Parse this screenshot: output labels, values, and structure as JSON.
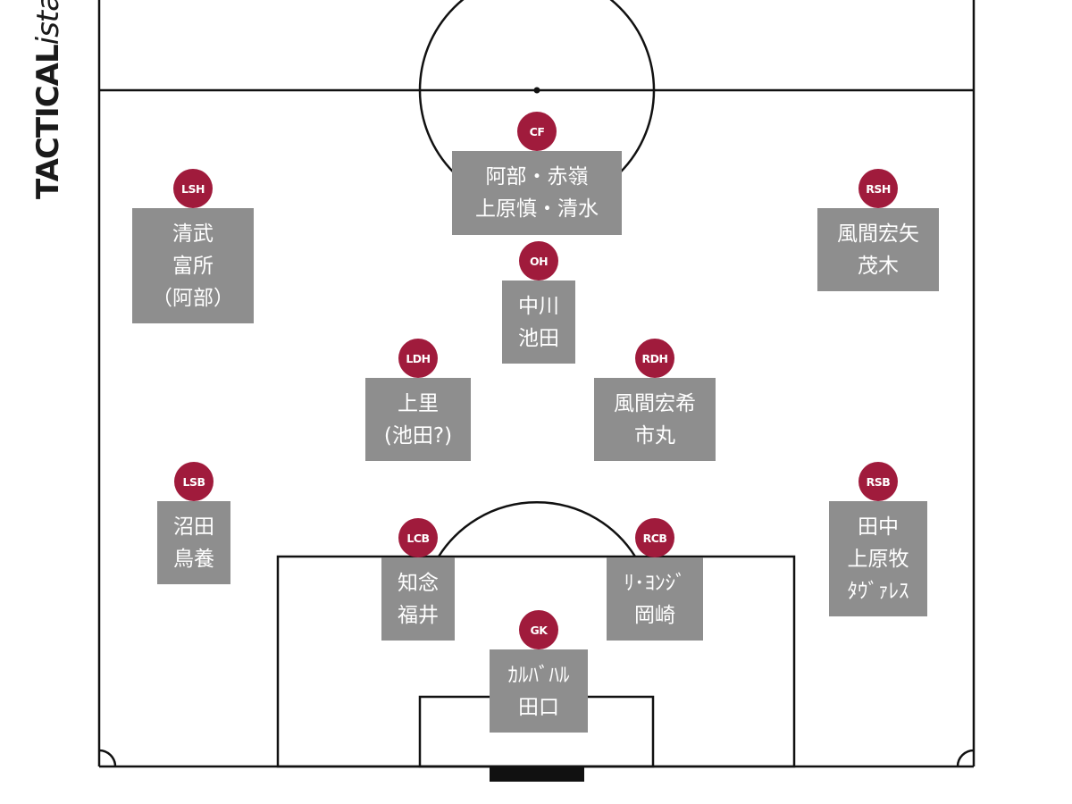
{
  "brand": {
    "bold": "TACTICAL",
    "italic": "ista"
  },
  "colors": {
    "badge": "#a01b3c",
    "namebox": "#8e8e8e",
    "lines": "#111111"
  },
  "players": [
    {
      "id": "cf",
      "position": "CF",
      "names": [
        "阿部・赤嶺",
        "上原慎・清水"
      ]
    },
    {
      "id": "lsh",
      "position": "LSH",
      "names": [
        "清武",
        "富所",
        "（阿部）"
      ]
    },
    {
      "id": "rsh",
      "position": "RSH",
      "names": [
        "風間宏矢",
        "茂木"
      ]
    },
    {
      "id": "oh",
      "position": "OH",
      "names": [
        "中川",
        "池田"
      ]
    },
    {
      "id": "ldh",
      "position": "LDH",
      "names": [
        "上里",
        "(池田?)"
      ]
    },
    {
      "id": "rdh",
      "position": "RDH",
      "names": [
        "風間宏希",
        "市丸"
      ]
    },
    {
      "id": "lsb",
      "position": "LSB",
      "names": [
        "沼田",
        "鳥養"
      ]
    },
    {
      "id": "rsb",
      "position": "RSB",
      "names": [
        "田中",
        "上原牧",
        "ﾀｳﾞｧﾚｽ"
      ]
    },
    {
      "id": "lcb",
      "position": "LCB",
      "names": [
        "知念",
        "福井"
      ]
    },
    {
      "id": "rcb",
      "position": "RCB",
      "names": [
        "ﾘ･ﾖﾝｼﾞ",
        "岡崎"
      ]
    },
    {
      "id": "gk",
      "position": "GK",
      "names": [
        "ｶﾙﾊﾞﾊﾙ",
        "田口"
      ]
    }
  ]
}
